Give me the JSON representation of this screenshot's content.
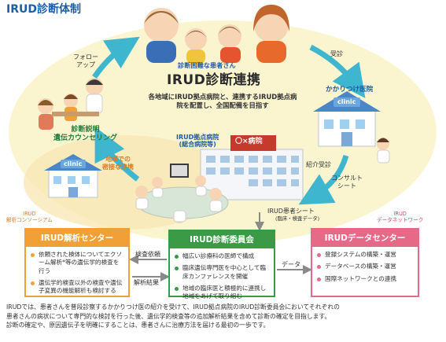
{
  "title": "IRUD診断体制",
  "hub": {
    "title": "IRUD診断連携",
    "description": "各地域にIRUD拠点病院と、連携するIRUD拠点病院を配置し、全国配備を目指す"
  },
  "patients_label": "診断困難な患者さん",
  "counseling_label": "診断説明\n遺伝カウンセリング",
  "clinic_label": "かかりつけ医院",
  "hospital_label": "IRUD拠点病院\n(総合病院等)",
  "hospital_sign": "〇×病院",
  "clinic_sign": "clinic",
  "regional_label": "地域での\n密接な連携",
  "arrows": {
    "followup": "フォロー\nアップ",
    "visit": "受診",
    "referral": "紹介受診",
    "consult_sheet": "コンサルト\nシート",
    "patient_sheet": "IRUD患者シート",
    "patient_sheet_sub": "(臨床・検査データ)",
    "test_request": "検査依頼",
    "analysis_result": "解析結果",
    "data": "データ"
  },
  "consortium_label": "IRUD\n解析コンソーシアム",
  "network_label": "IRUD\nデータネットワーク",
  "boxes": {
    "analysis": {
      "title": "IRUD解析センター",
      "items": [
        "依頼された検体についてエクソーム解析*等の遺伝学的検査を行う",
        "遺伝学的検査以外の検査や遺伝子変異の機能解析も検討する"
      ]
    },
    "committee": {
      "title": "IRUD診断委員会",
      "items": [
        "幅広い診療科の医師で構成",
        "臨床遺伝専門医を中心として臨床カンファレンスを開催",
        "地域の臨床医と積極的に連携し地域をあげて取り組む"
      ]
    },
    "data": {
      "title": "IRUDデータセンター",
      "items": [
        "登録システムの構築・運営",
        "データベースの構築・運営",
        "国際ネットワークとの連携"
      ]
    }
  },
  "footer": [
    "IRUDでは、患者さんを普段診察するかかりつけ医の紹介を受けて、IRUD拠点病院のIRUD診断委員会においてそれぞれの",
    "患者さんの病状について専門的な検討を行った後、遺伝学的検査等の追加解析結果を含めて診断の確定を目指します。",
    "診断の確定や、原因遺伝子を明確にすることは、患者さんに治療方法を届ける最初の一歩です。"
  ],
  "colors": {
    "title_blue": "#1b5ea8",
    "analysis_orange": "#f0a037",
    "committee_green": "#3a9a46",
    "data_pink": "#e66a88",
    "arrow_teal": "#3fb6cf",
    "oval_fill": "#fbf5cf"
  }
}
